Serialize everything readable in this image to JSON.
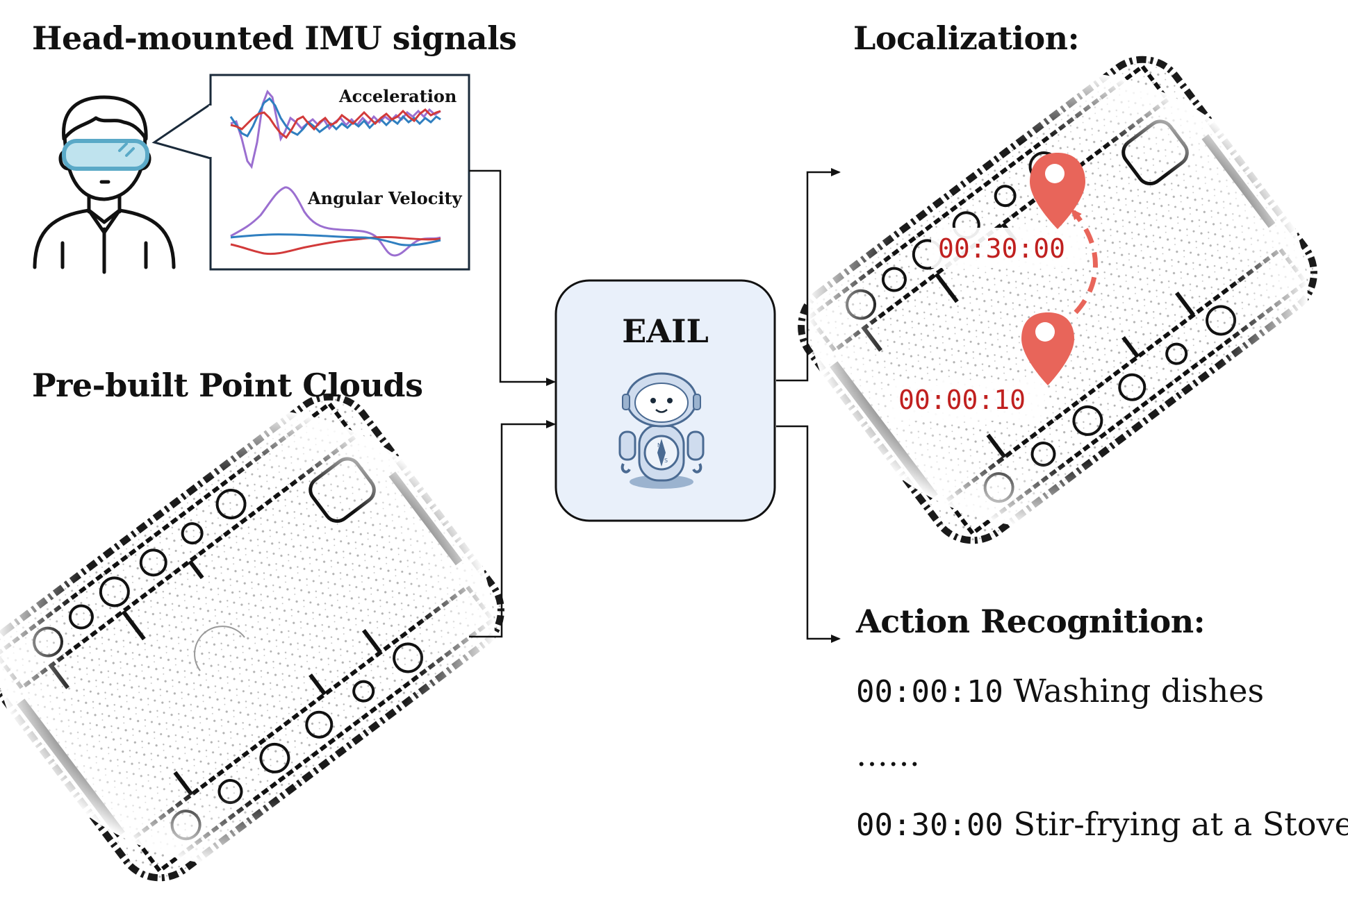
{
  "imu": {
    "title": "Head-mounted IMU signals",
    "plot_labels": {
      "acceleration": "Acceleration",
      "angular_velocity": "Angular Velocity"
    }
  },
  "pointcloud": {
    "title": "Pre-built Point Clouds"
  },
  "model": {
    "name": "EAIL"
  },
  "localization": {
    "title": "Localization:",
    "markers": [
      {
        "time": "00:30:00"
      },
      {
        "time": "00:00:10"
      }
    ]
  },
  "actions": {
    "title": "Action Recognition:",
    "items": [
      {
        "time": "00:00:10",
        "label": "Washing dishes"
      },
      {
        "ellipsis": "……"
      },
      {
        "time": "00:30:00",
        "label": "Stir-frying at a Stove"
      }
    ]
  },
  "colors": {
    "box_fill": "#e9f0fa",
    "marker": "#e8655a",
    "marker_text": "#c0201f",
    "accel_red": "#d23a3a",
    "accel_blue": "#2f7fc0",
    "accel_purple": "#9b6fd0"
  }
}
